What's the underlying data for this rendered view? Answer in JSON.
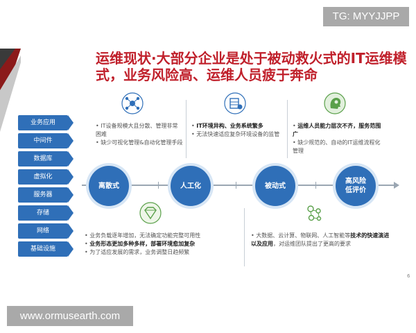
{
  "badge": "TG: MYYJJPP",
  "banner": "www.ormusearth.com",
  "title_line1": "运维现状·大部分企业是处于被动救火式的IT运维模",
  "title_line2": "式，业务风险高、运维人员疲于奔命",
  "stack": [
    "业务应用",
    "中间件",
    "数据库",
    "虚拟化",
    "服务器",
    "存储",
    "网络",
    "基础设施"
  ],
  "stages": [
    "离散式",
    "人工化",
    "被动式",
    "高风险\n低评价"
  ],
  "notes": {
    "top1_a": "IT设备规模大且分散、管理非常困难",
    "top1_b": "缺少可视化管理&自动化管理手段",
    "top2_a": "IT环境异构、业务系统繁多",
    "top2_b": "无法快速适应复杂环境设备的监管",
    "top3_a": "运维人员能力层次不齐，服务范围广",
    "top3_b": "缺少规范的、自动的IT运维流程化管理",
    "bot1_a": "业务负载逐年增加，无法确定功能完整可用性",
    "bot1_b": "业务形态更加多种多样，部署环境愈加复杂",
    "bot1_c": "为了适应发展的需求，业务调整日趋频繁",
    "bot2_a_pre": "大数据、云计算、物联网、人工智能等",
    "bot2_a_em": "技术的快速演进以及应用",
    "bot2_a_post": "，对运维团队提出了更高的要求"
  },
  "page_number": "6",
  "colors": {
    "accent": "#c0202b",
    "primary": "#2f6fb8"
  }
}
